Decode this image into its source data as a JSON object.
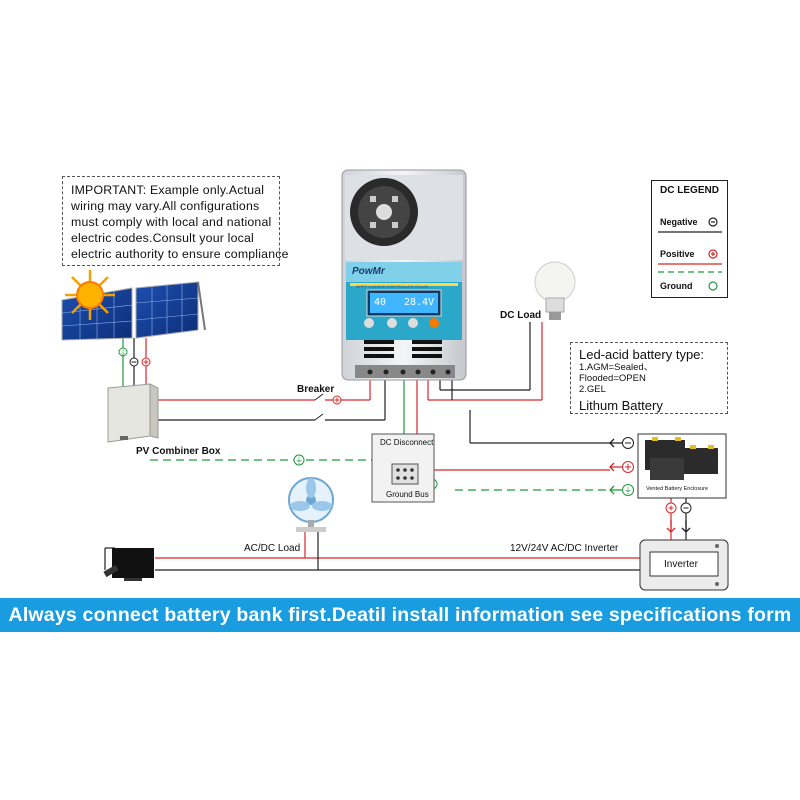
{
  "important_note": {
    "lines": [
      "IMPORTANT: Example only.Actual",
      "wiring may vary.All configurations",
      "must comply with local and national",
      "electric codes.Consult your local",
      "electric authority to ensure compliance"
    ]
  },
  "legend": {
    "title": "DC LEGEND",
    "negative": "Negative",
    "positive": "Positive",
    "ground": "Ground",
    "colors": {
      "negative": "#222222",
      "positive": "#d9262b",
      "ground": "#1e9a3a"
    }
  },
  "controller": {
    "brand": "PowMr",
    "subtitle": "MPPT CHARGE CONTROLLER SOLAR",
    "display_left": "40",
    "display_right": "28.4V"
  },
  "labels": {
    "dc_load": "DC Load",
    "breaker": "Breaker",
    "pv_combiner_box": "PV Combiner Box",
    "dc_disconnect": "DC Disconnect",
    "ground_bus": "Ground Bus",
    "vented_battery_enclosure": "Vented Battery Enclosure",
    "ac_dc_load": "AC/DC Load",
    "inverter_label": "12V/24V AC/DC Inverter",
    "inverter": "Inverter"
  },
  "battery_type": {
    "title": "Led-acid battery type:",
    "line1": "1.AGM=Sealed、Flooded=OPEN",
    "line2": "2.GEL",
    "lithium": "Lithum Battery"
  },
  "banner": "Always connect battery bank first.Deatil install information see specifications form"
}
